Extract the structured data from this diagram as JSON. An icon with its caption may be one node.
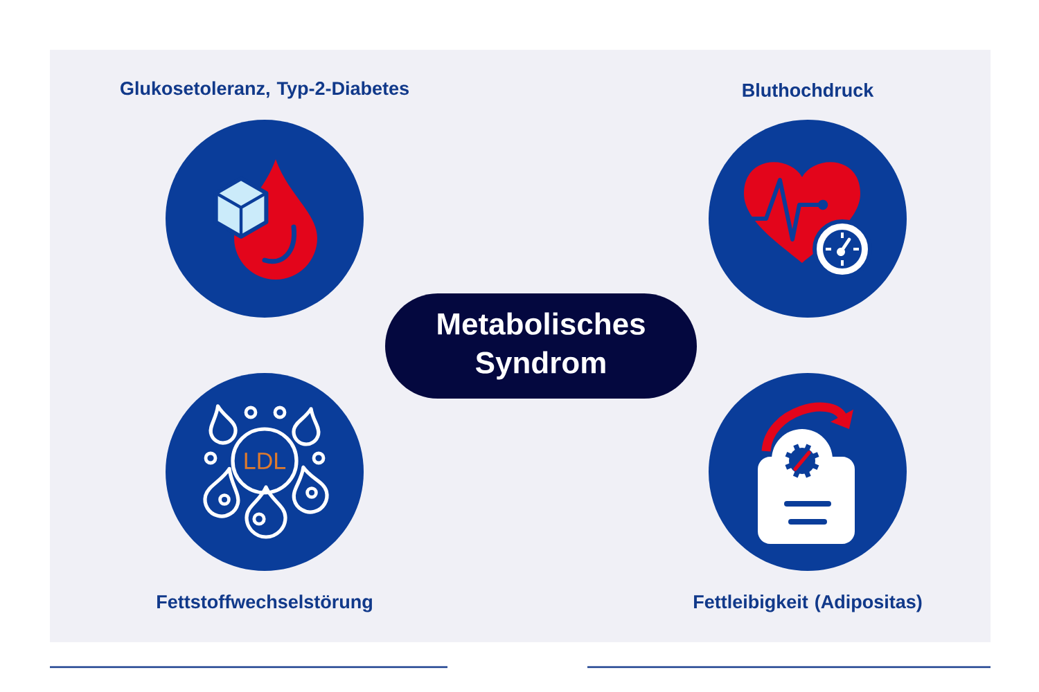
{
  "diagram": {
    "nodes": [
      {
        "text": [
          "Glukosetoleranz, Typ-2-Diabetes"
        ]
      },
      {
        "text": [
          "Bluthochdruck"
        ]
      },
      {
        "text": [
          "Metabolisches Syndrom"
        ]
      },
      {
        "text": [
          "Fettstoffwechselstörung"
        ]
      },
      {
        "text": [
          "Fettleibigkeit (Adipositas)"
        ]
      }
    ],
    "labels": [
      "LDL"
    ]
  }
}
